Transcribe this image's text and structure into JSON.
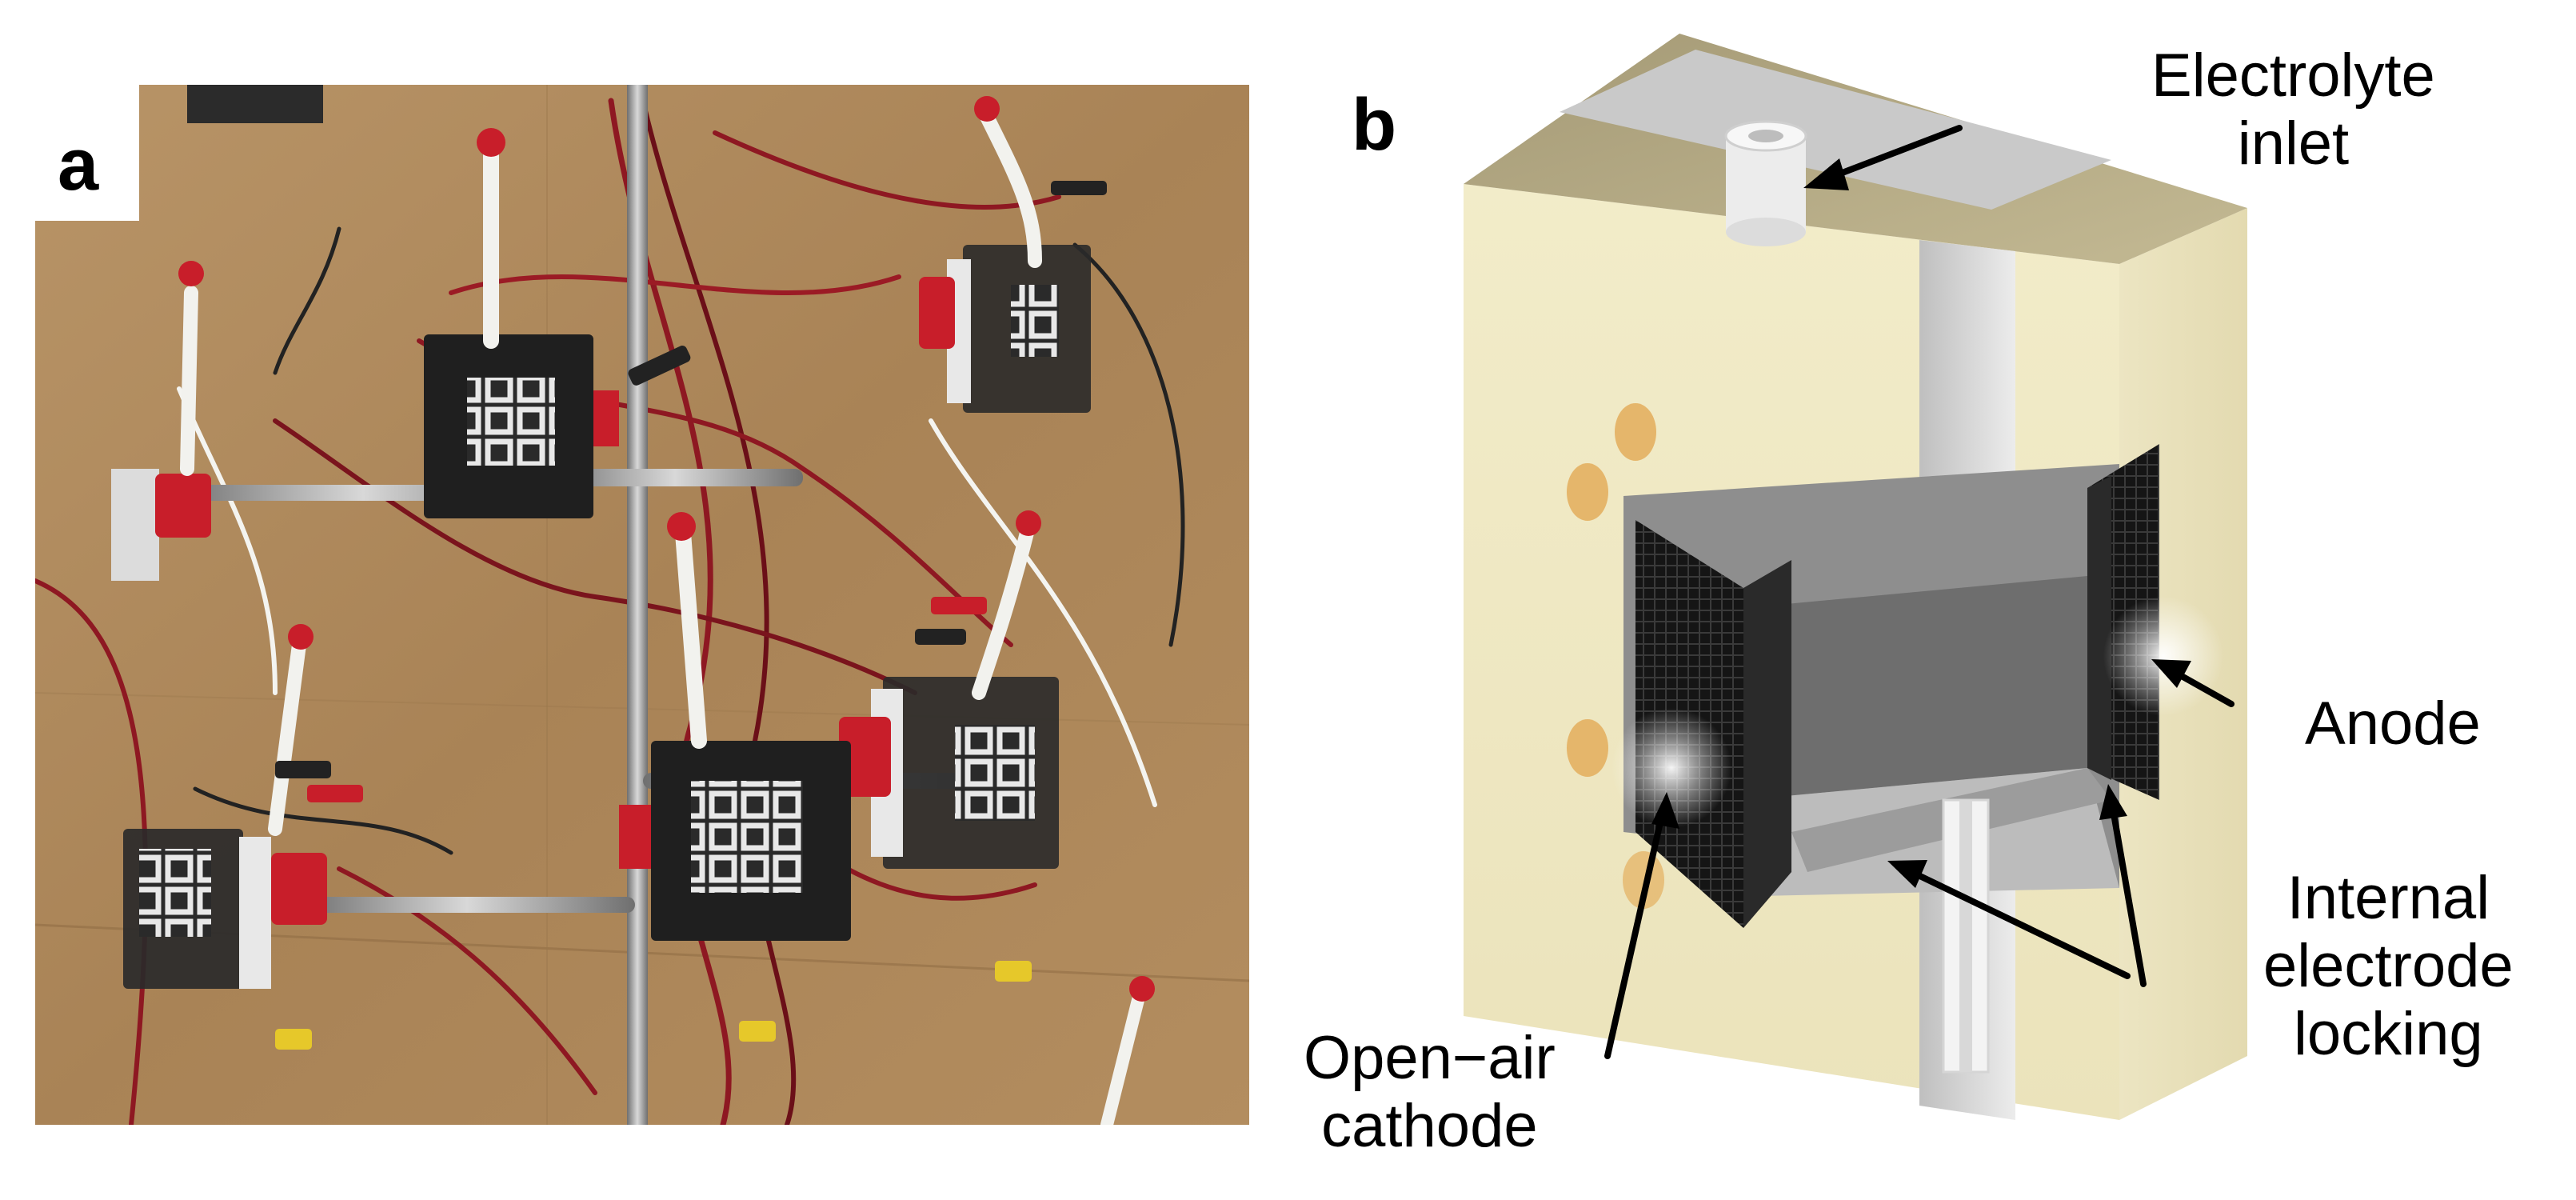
{
  "panels": {
    "a": {
      "letter": "a"
    },
    "b": {
      "letter": "b"
    }
  },
  "labels": {
    "electrolyte_inlet": {
      "line1": "Electrolyte",
      "line2": "inlet"
    },
    "anode": {
      "line1": "Anode"
    },
    "internal_locking": {
      "line1": "Internal",
      "line2": "electrode",
      "line3": "locking"
    },
    "open_air_cathode": {
      "line1": "Open−air",
      "line2": "cathode"
    }
  },
  "colors": {
    "cardboard": "#b08a5e",
    "cell_body": "#f1ebcc",
    "mesh": "#1a1a1a",
    "cap_red": "#c81e2a",
    "wire_red": "#8e1822",
    "tube_white": "#f2f2ee"
  }
}
